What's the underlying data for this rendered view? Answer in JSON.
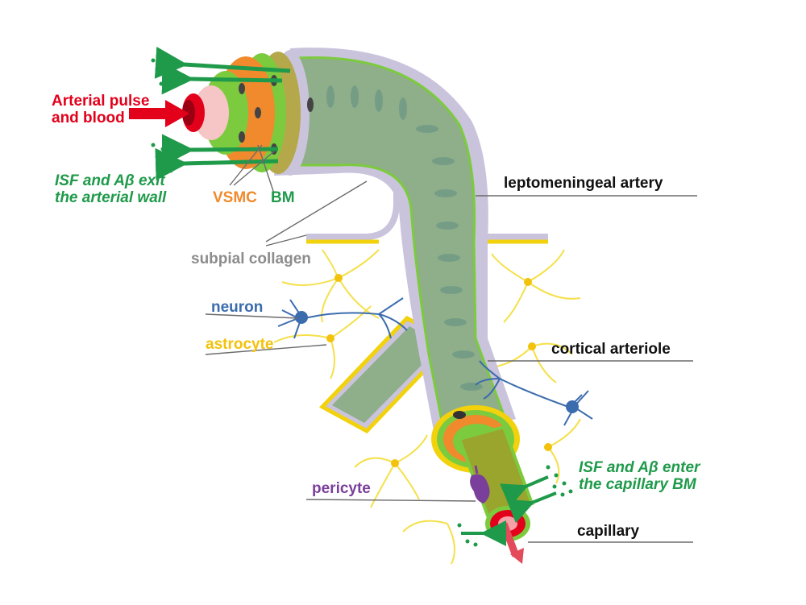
{
  "labels": {
    "arterial_pulse_line1": "Arterial pulse",
    "arterial_pulse_line2": "and blood",
    "isf_exit_line1": "ISF and Aβ exit",
    "isf_exit_line2": "the arterial wall",
    "vsmc": "VSMC",
    "bm": "BM",
    "leptomeningeal_artery": "leptomeningeal artery",
    "subpial_collagen": "subpial collagen",
    "neuron": "neuron",
    "astrocyte": "astrocyte",
    "cortical_arteriole": "cortical arteriole",
    "pericyte": "pericyte",
    "isf_enter_line1": "ISF and Aβ enter",
    "isf_enter_line2": "the capillary BM",
    "capillary": "capillary"
  },
  "colors": {
    "red": "#e3001b",
    "green": "#1f9a4a",
    "orange": "#f08a2c",
    "bm_green": "#7ccb3e",
    "blue": "#3b6cae",
    "yellow": "#f2d20c",
    "gray": "#8c8c8c",
    "purple": "#7a3f9a",
    "black": "#111111",
    "vessel": "#8fae8a",
    "lavender": "#c9c3dc"
  }
}
